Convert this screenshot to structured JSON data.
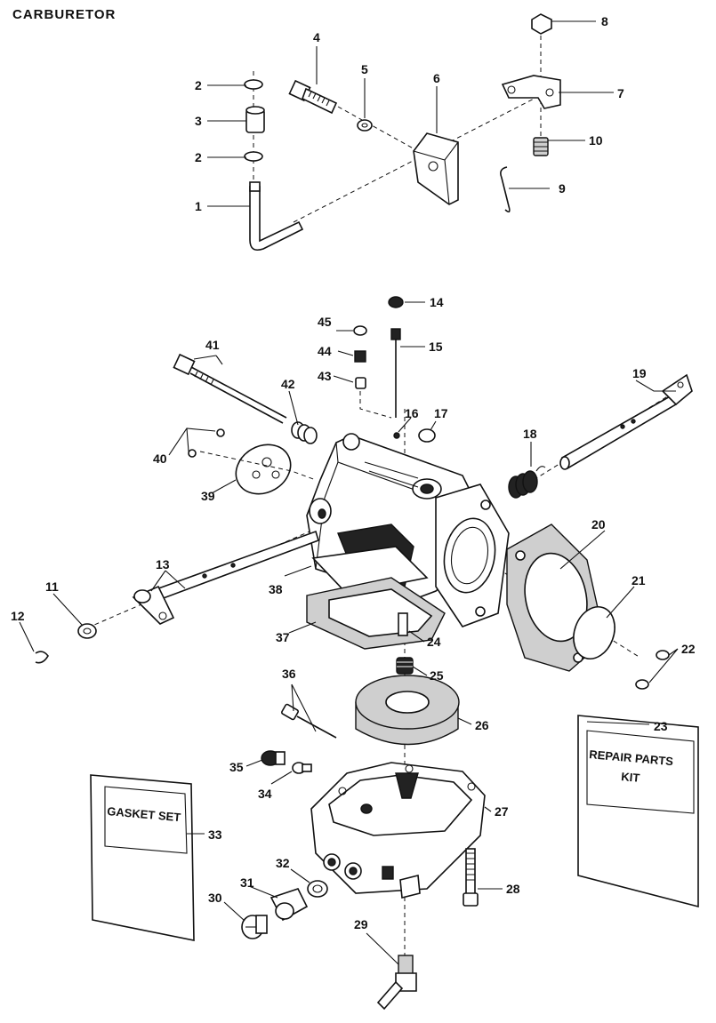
{
  "title": "CARBURETOR",
  "callouts": {
    "c1": "1",
    "c2a": "2",
    "c2b": "2",
    "c3": "3",
    "c4": "4",
    "c5": "5",
    "c6": "6",
    "c7": "7",
    "c8": "8",
    "c9": "9",
    "c10": "10",
    "c11": "11",
    "c12": "12",
    "c13": "13",
    "c14": "14",
    "c15": "15",
    "c16": "16",
    "c17": "17",
    "c18": "18",
    "c19": "19",
    "c20": "20",
    "c21": "21",
    "c22": "22",
    "c23": "23",
    "c24": "24",
    "c25": "25",
    "c26": "26",
    "c27": "27",
    "c28": "28",
    "c29": "29",
    "c30": "30",
    "c31": "31",
    "c32": "32",
    "c33": "33",
    "c34": "34",
    "c35": "35",
    "c36": "36",
    "c37": "37",
    "c38": "38",
    "c39": "39",
    "c40": "40",
    "c41": "41",
    "c42": "42",
    "c43": "43",
    "c44": "44",
    "c45": "45"
  },
  "repair_kit_card": {
    "line1": "REPAIR PARTS",
    "line2": "KIT"
  },
  "gasket_set_card": {
    "label": "GASKET SET"
  }
}
